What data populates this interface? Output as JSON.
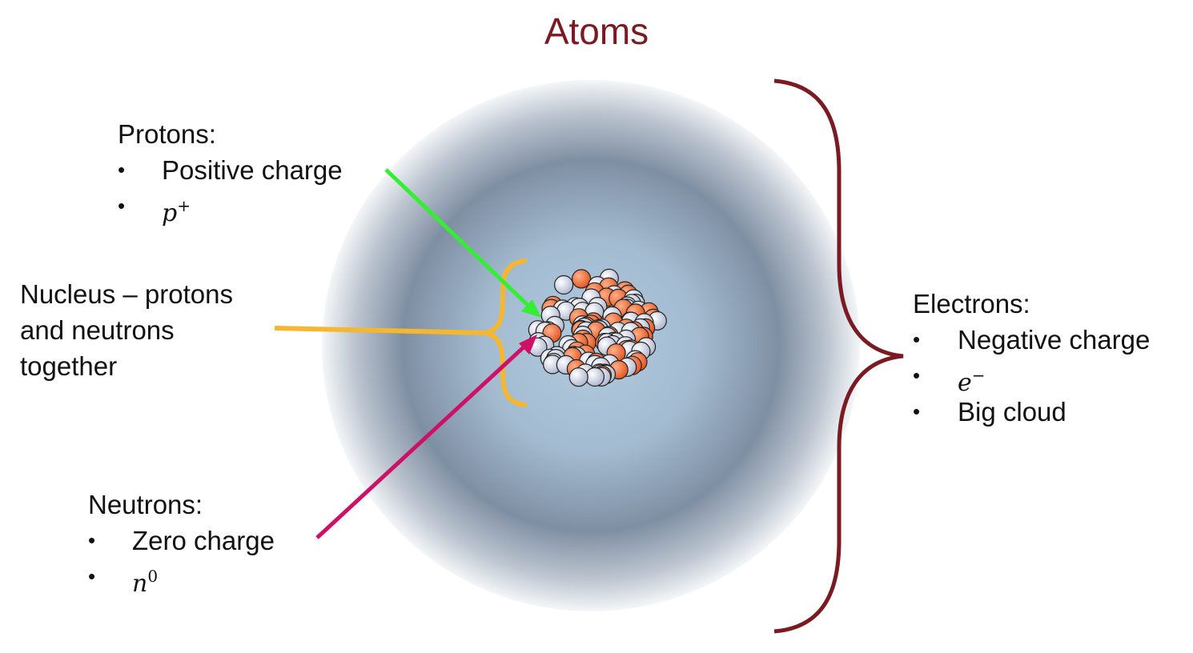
{
  "title": "Atoms",
  "protons": {
    "heading": "Protons:",
    "items": [
      "Positive charge"
    ],
    "symbol": {
      "base": "p",
      "sup": "+"
    }
  },
  "nucleus": {
    "lines": [
      "Nucleus – protons",
      "and neutrons",
      "together"
    ]
  },
  "neutrons": {
    "heading": "Neutrons:",
    "items": [
      "Zero charge"
    ],
    "symbol": {
      "base": "n",
      "sup": "0"
    }
  },
  "electrons": {
    "heading": "Electrons:",
    "items": [
      "Negative charge",
      "Big cloud"
    ],
    "symbol": {
      "base": "e",
      "sup": "−"
    }
  },
  "bullet": "•",
  "colors": {
    "title": "#7a1a22",
    "brace": "#7a1a22",
    "proton_arrow": "#33ee33",
    "neutron_arrow": "#cc1166",
    "nucleus_marker": "#f5b731",
    "proton": "#ee6633",
    "neutron": "#c8cfe3",
    "cloud_center": "#aac3d8",
    "cloud_edge": "#7f8fa3"
  }
}
